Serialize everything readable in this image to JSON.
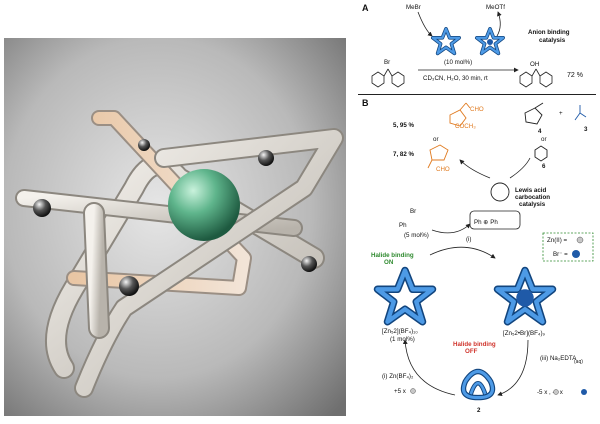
{
  "panel_a": {
    "letter": "A",
    "reagent_left": "MeBr",
    "reagent_right": "MeOTf",
    "conditions_top": "(10 mol%)",
    "conditions_bottom": "CD₃CN, H₂O, 30 min, rt",
    "side_label_line1": "Anion binding",
    "side_label_line2": "catalysis",
    "substrate_br": "Br",
    "product_oh": "OH",
    "yield": "72 %"
  },
  "panel_b": {
    "letter": "B",
    "product_5": "5, 95 %",
    "product_7": "7, 82 %",
    "or_1": "or",
    "or_2": "or",
    "cho_top": "CHO",
    "coch3": "COCH₃",
    "cho_bottom": "CHO",
    "compound_4": "4",
    "compound_3": "3",
    "compound_6": "6",
    "plus": "+",
    "lewis_line1": "Lewis acid",
    "lewis_line2": "carbocation",
    "lewis_line3": "catalysis",
    "trityl_br": "Br",
    "trityl_ph": "Ph",
    "catalyst_loading": "(5 mol%)",
    "step_i_label": "(i)",
    "cation_label": "Ph ⊕ Ph",
    "legend_zn": "Zn(II) =",
    "legend_br": "Br⁻ =",
    "halide_on_line1": "Halide binding",
    "halide_on_line2": "ON",
    "halide_off_line1": "Halide binding",
    "halide_off_line2": "OFF",
    "left_knot_line1": "[Zn₅2](BF₄)₁₀",
    "left_knot_line2": "(1 mol%)",
    "right_knot": "[Zn₅2•Br](BF₄)₉",
    "step_left": "(i) Zn(BF₄)₂",
    "step_left_count": "+5 x",
    "step_right": "(iii) Na₂EDTA",
    "step_right_sub": "(aq)",
    "step_right_count": "-5 x , -1 x",
    "knot_2": "2"
  },
  "colors": {
    "knot_blue": "#2a7fd4",
    "knot_dark": "#12457e",
    "green": "#2f8a2f",
    "red": "#d0342c",
    "orange": "#e07a1f",
    "sphere_green": "#5fb58c"
  }
}
